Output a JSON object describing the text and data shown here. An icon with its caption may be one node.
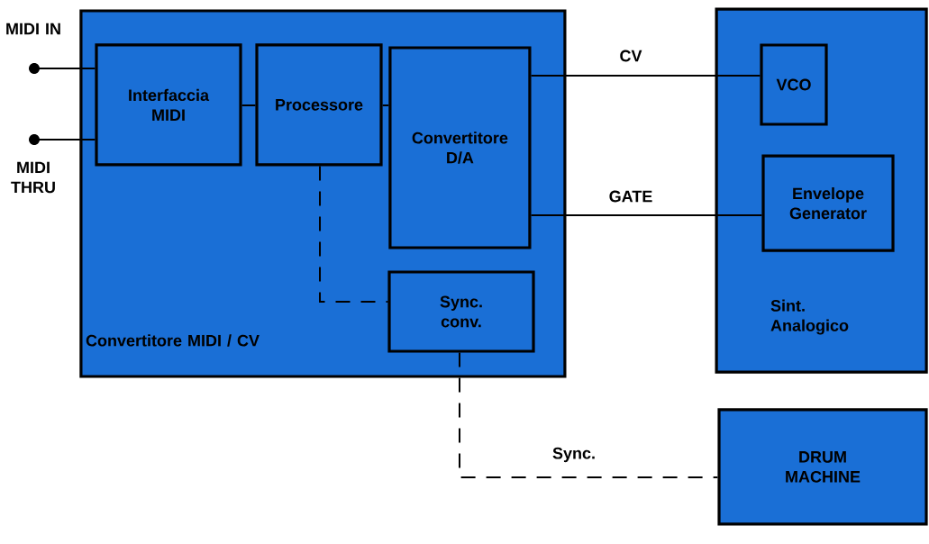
{
  "diagram": {
    "nodes": [
      {
        "text": [
          "Convertitore MIDI / CV"
        ]
      },
      {
        "text": [
          "Interfaccia MIDI"
        ],
        "in": 0
      },
      {
        "text": [
          "Processore"
        ],
        "in": 0
      },
      {
        "text": [
          "Convertitore D/A"
        ],
        "in": 0
      },
      {
        "text": [
          "Sync. conv."
        ],
        "in": 0
      },
      {
        "text": [
          "Sint. Analogico"
        ]
      },
      {
        "text": [
          "VCO"
        ],
        "in": 5
      },
      {
        "text": [
          "Envelope Generator"
        ],
        "in": 5
      },
      {
        "text": [
          "DRUM MACHINE"
        ]
      },
      {
        "text": [],
        "shape": "circle",
        "beside": [
          "MIDI IN"
        ]
      },
      {
        "text": [],
        "shape": "circle",
        "beside": [
          "MIDI THRU"
        ]
      }
    ],
    "edges": [
      {
        "from": 9,
        "to": 1,
        "arrow": "none"
      },
      {
        "from": 10,
        "to": 1,
        "arrow": "none"
      },
      {
        "from": 1,
        "to": 2,
        "arrow": "none"
      },
      {
        "from": 2,
        "to": 3,
        "arrow": "none"
      },
      {
        "from": 3,
        "to": 6,
        "arrow": "none",
        "label": "CV"
      },
      {
        "from": 3,
        "to": 7,
        "arrow": "none",
        "label": "GATE"
      },
      {
        "from": 2,
        "to": 4,
        "arrow": "none",
        "style": "dashed"
      },
      {
        "from": 4,
        "to": 8,
        "arrow": "none",
        "style": "dashed",
        "label": "Sync."
      }
    ]
  }
}
